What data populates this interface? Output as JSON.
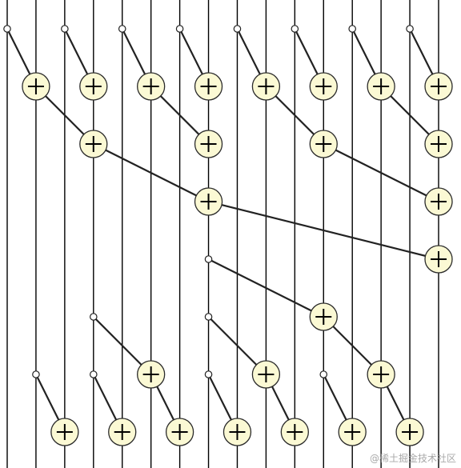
{
  "diagram": {
    "type": "parallel-prefix-sum-network",
    "lanes": 16,
    "operator_symbol": "+",
    "colors": {
      "wire": "#000000",
      "link": "#222222",
      "node_fill": "#fbf9d4",
      "node_stroke": "#2a2a2a",
      "tap_fill": "#ffffff"
    },
    "stages": [
      {
        "stage": 1,
        "ops": [
          [
            0,
            1
          ],
          [
            2,
            3
          ],
          [
            4,
            5
          ],
          [
            6,
            7
          ],
          [
            8,
            9
          ],
          [
            10,
            11
          ],
          [
            12,
            13
          ],
          [
            14,
            15
          ]
        ]
      },
      {
        "stage": 2,
        "ops": [
          [
            1,
            3
          ],
          [
            5,
            7
          ],
          [
            9,
            11
          ],
          [
            13,
            15
          ]
        ]
      },
      {
        "stage": 3,
        "ops": [
          [
            3,
            7
          ],
          [
            11,
            15
          ]
        ]
      },
      {
        "stage": 4,
        "ops": [
          [
            7,
            15
          ]
        ]
      },
      {
        "stage": 5,
        "ops": [
          [
            7,
            11
          ]
        ]
      },
      {
        "stage": 6,
        "ops": [
          [
            3,
            5
          ],
          [
            7,
            9
          ],
          [
            11,
            13
          ]
        ]
      },
      {
        "stage": 7,
        "ops": [
          [
            1,
            2
          ],
          [
            3,
            4
          ],
          [
            5,
            6
          ],
          [
            7,
            8
          ],
          [
            9,
            10
          ],
          [
            11,
            12
          ],
          [
            13,
            14
          ]
        ]
      }
    ]
  },
  "watermark": {
    "text": "@稀土掘金技术社区"
  }
}
